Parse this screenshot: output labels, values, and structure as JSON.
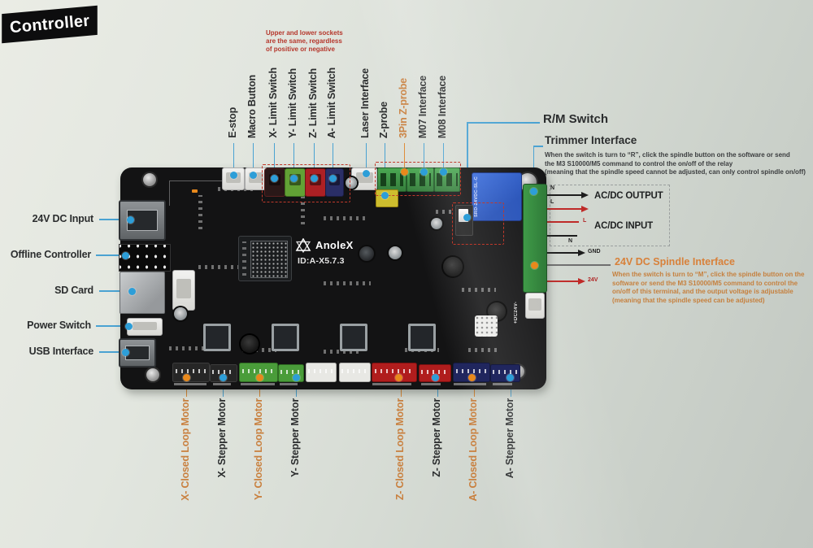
{
  "page": {
    "title_badge": "Controller"
  },
  "note_top": {
    "lines": [
      "Upper and lower sockets",
      "are the same, regardless",
      "of positive or negative"
    ]
  },
  "top_ports": [
    {
      "label": "E-stop"
    },
    {
      "label": "Macro Button"
    },
    {
      "label": "X- Limit Switch"
    },
    {
      "label": "Y- Limit Switch"
    },
    {
      "label": "Z- Limit Switch"
    },
    {
      "label": "A- Limit Switch"
    },
    {
      "label": "Laser Interface"
    },
    {
      "label": "Z-probe"
    },
    {
      "label": "3Pin Z-probe"
    },
    {
      "label": "M07 Interface"
    },
    {
      "label": "M08 Interface"
    }
  ],
  "left_ports": [
    {
      "label": "24V DC Input"
    },
    {
      "label": "Offline Controller"
    },
    {
      "label": "SD Card"
    },
    {
      "label": "Power Switch"
    },
    {
      "label": "USB Interface"
    }
  ],
  "bottom_ports": [
    {
      "label": "X- Closed Loop Motor"
    },
    {
      "label": "X- Stepper Motor"
    },
    {
      "label": "Y- Closed Loop Motor"
    },
    {
      "label": "Y- Stepper Motor"
    },
    {
      "label": "Z- Closed Loop Motor"
    },
    {
      "label": "Z- Stepper Motor"
    },
    {
      "label": "A- Closed Loop Motor"
    },
    {
      "label": "A- Stepper Motor"
    }
  ],
  "right": {
    "rm_switch_label": "R/M Switch",
    "trimmer_title": "Trimmer Interface",
    "trimmer_lines": [
      "When the switch is turn to “R”, click the spindle button on the software or send",
      "the M3 S10000/M5 command to control the on/off of the relay",
      "(meaning that the spindle speed cannot be adjusted, can only control spindle on/off)"
    ],
    "acdc_output": "AC/DC OUTPUT",
    "acdc_input": "AC/DC INPUT",
    "pin_n1": "N",
    "pin_l1": "L",
    "pin_l2": "L",
    "pin_n2": "N",
    "pin_gnd": "GND",
    "pin_24v": "24V",
    "spindle_title": "24V DC Spindle Interface",
    "spindle_lines": [
      "When the switch is turn to “M”, click the spindle button on the",
      "software or send the M3 S10000/M5 command to control the",
      "on/off of this terminal, and the output voltage is adjustable",
      "(meaning that the spindle speed can be adjusted)"
    ]
  },
  "board": {
    "brand": "AnoleX",
    "board_id": "ID:A-X5.7.3",
    "relay_text": "SRD-24VDC-SL-C",
    "dc_label": "+DC24V-"
  }
}
